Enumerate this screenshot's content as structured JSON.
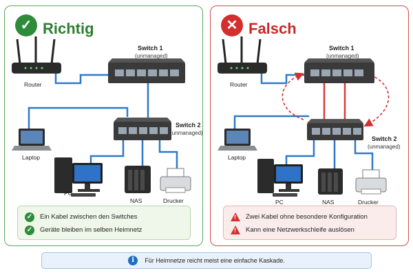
{
  "correct": {
    "title": "Richtig",
    "icon": "check-icon",
    "switch1_label": "Switch 1",
    "switch1_sub": "(unmanaged)",
    "switch2_label": "Switch 2",
    "switch2_sub": "(unmanaged)",
    "router_label": "Router",
    "laptop_label": "Laptop",
    "pc_label": "PC",
    "nas_label": "NAS",
    "printer_label": "Drucker",
    "notes": [
      "Ein Kabel zwischen den Switches",
      "Geräte bleiben im selben Heimnetz"
    ]
  },
  "wrong": {
    "title": "Falsch",
    "icon": "x-icon",
    "switch1_label": "Switch 1",
    "switch1_sub": "(unmanaged)",
    "switch2_label": "Switch 2",
    "switch2_sub": "(unmanaged)",
    "router_label": "Router",
    "laptop_label": "Laptop",
    "pc_label": "PC",
    "nas_label": "NAS",
    "printer_label": "Drucker",
    "notes": [
      "Zwei Kabel ohne besondere Konfiguration",
      "Kann eine Netzwerkschleife auslösen"
    ]
  },
  "footer": {
    "text": "Für Heimnetze reicht meist eine einfache Kaskade.",
    "icon": "info-icon"
  },
  "colors": {
    "good": "#2e8b3a",
    "bad": "#d32f2f",
    "cable_blue": "#2f78c8",
    "cable_red": "#d83a3a",
    "info": "#1c6fc2"
  }
}
